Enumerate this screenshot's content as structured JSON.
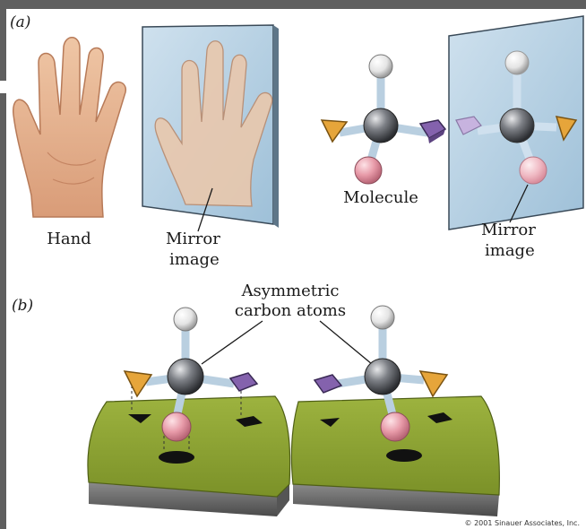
{
  "panel_a": {
    "tag": "(a)",
    "hand_label": "Hand",
    "hand_mirror_label": [
      "Mirror",
      "image"
    ],
    "molecule_label": "Molecule",
    "molecule_mirror_label": [
      "Mirror",
      "image"
    ]
  },
  "panel_b": {
    "tag": "(b)",
    "asym_label": [
      "Asymmetric",
      "carbon atoms"
    ]
  },
  "copyright": "© 2001 Sinauer Associates, Inc.",
  "colors": {
    "carbon": "#5a5d62",
    "hydrogen": "#e8e8e8",
    "pink": "#e79aa8",
    "purple": "#8462ad",
    "orange": "#e6a53a",
    "bond": "#b9cfe0",
    "mirror": "#b8d2e6",
    "surface": "#8aa235"
  }
}
